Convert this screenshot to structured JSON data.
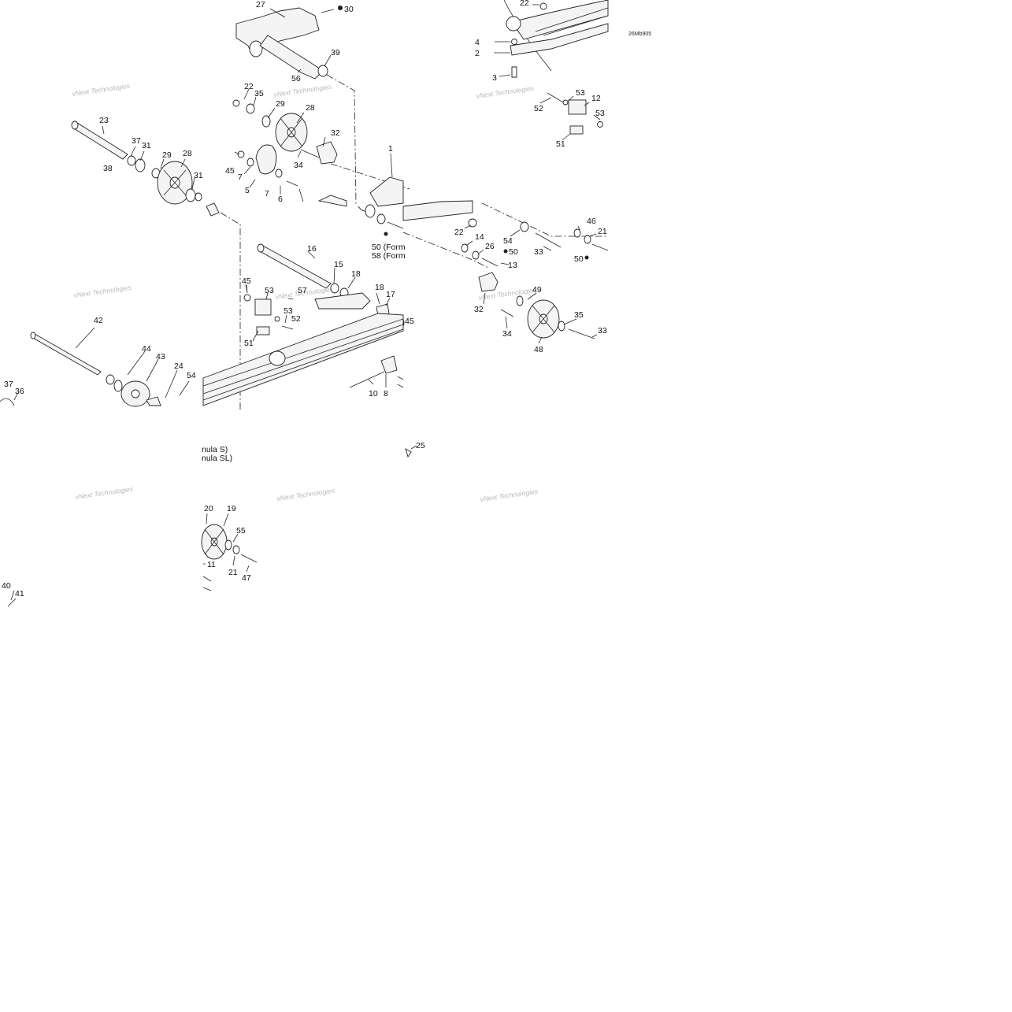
{
  "diagram": {
    "code": "26Mb905",
    "watermark_text": "vNext Technologies",
    "callouts": [
      {
        "id": "c27",
        "text": "27"
      },
      {
        "id": "c30",
        "text": "30"
      },
      {
        "id": "c22a",
        "text": "22"
      },
      {
        "id": "c4",
        "text": "4"
      },
      {
        "id": "c2",
        "text": "2"
      },
      {
        "id": "c3",
        "text": "3"
      },
      {
        "id": "c39",
        "text": "39"
      },
      {
        "id": "c56",
        "text": "56"
      },
      {
        "id": "c22b",
        "text": "22"
      },
      {
        "id": "c35a",
        "text": "35"
      },
      {
        "id": "c29a",
        "text": "29"
      },
      {
        "id": "c28a",
        "text": "28"
      },
      {
        "id": "c53a",
        "text": "53"
      },
      {
        "id": "c12",
        "text": "12"
      },
      {
        "id": "c52a",
        "text": "52"
      },
      {
        "id": "c53b",
        "text": "53"
      },
      {
        "id": "c51a",
        "text": "51"
      },
      {
        "id": "c23",
        "text": "23"
      },
      {
        "id": "c37a",
        "text": "37"
      },
      {
        "id": "c31a",
        "text": "31"
      },
      {
        "id": "c38",
        "text": "38"
      },
      {
        "id": "c29b",
        "text": "29"
      },
      {
        "id": "c28b",
        "text": "28"
      },
      {
        "id": "c31b",
        "text": "31"
      },
      {
        "id": "c32a",
        "text": "32"
      },
      {
        "id": "c45a",
        "text": "45"
      },
      {
        "id": "c7a",
        "text": "7"
      },
      {
        "id": "c34a",
        "text": "34"
      },
      {
        "id": "c5",
        "text": "5"
      },
      {
        "id": "c7b",
        "text": "7"
      },
      {
        "id": "c6",
        "text": "6"
      },
      {
        "id": "c1",
        "text": "1"
      },
      {
        "id": "c22c",
        "text": "22"
      },
      {
        "id": "c54a",
        "text": "54"
      },
      {
        "id": "c46",
        "text": "46"
      },
      {
        "id": "c21a",
        "text": "21"
      },
      {
        "id": "c14",
        "text": "14"
      },
      {
        "id": "c26",
        "text": "26"
      },
      {
        "id": "c50a",
        "text": "50"
      },
      {
        "id": "c33a",
        "text": "33"
      },
      {
        "id": "c50b",
        "text": "50"
      },
      {
        "id": "c13",
        "text": "13"
      },
      {
        "id": "c16",
        "text": "16"
      },
      {
        "id": "c15",
        "text": "15"
      },
      {
        "id": "c45b",
        "text": "45"
      },
      {
        "id": "c53c",
        "text": "53"
      },
      {
        "id": "c57",
        "text": "57"
      },
      {
        "id": "c18a",
        "text": "18"
      },
      {
        "id": "c18b",
        "text": "18"
      },
      {
        "id": "c17",
        "text": "17"
      },
      {
        "id": "c49",
        "text": "49"
      },
      {
        "id": "c32b",
        "text": "32"
      },
      {
        "id": "c35b",
        "text": "35"
      },
      {
        "id": "c53d",
        "text": "53"
      },
      {
        "id": "c52b",
        "text": "52"
      },
      {
        "id": "c45c",
        "text": "45"
      },
      {
        "id": "c34b",
        "text": "34"
      },
      {
        "id": "c48",
        "text": "48"
      },
      {
        "id": "c33b",
        "text": "33"
      },
      {
        "id": "c51b",
        "text": "51"
      },
      {
        "id": "c42",
        "text": "42"
      },
      {
        "id": "c44",
        "text": "44"
      },
      {
        "id": "c43",
        "text": "43"
      },
      {
        "id": "c24",
        "text": "24"
      },
      {
        "id": "c54b",
        "text": "54"
      },
      {
        "id": "c37b",
        "text": "37"
      },
      {
        "id": "c36",
        "text": "36"
      },
      {
        "id": "c10",
        "text": "10"
      },
      {
        "id": "c8",
        "text": "8"
      },
      {
        "id": "c25",
        "text": "25"
      },
      {
        "id": "c20",
        "text": "20"
      },
      {
        "id": "c19",
        "text": "19"
      },
      {
        "id": "c55",
        "text": "55"
      },
      {
        "id": "c11",
        "text": "11"
      },
      {
        "id": "c21b",
        "text": "21"
      },
      {
        "id": "c47",
        "text": "47"
      },
      {
        "id": "c40",
        "text": "40"
      },
      {
        "id": "c41",
        "text": "41"
      }
    ],
    "notes": [
      {
        "id": "n50",
        "text": "50 (Form"
      },
      {
        "id": "n58",
        "text": "58 (Form"
      },
      {
        "id": "ns",
        "text": "nula S)"
      },
      {
        "id": "nsl",
        "text": "nula SL)"
      }
    ]
  }
}
